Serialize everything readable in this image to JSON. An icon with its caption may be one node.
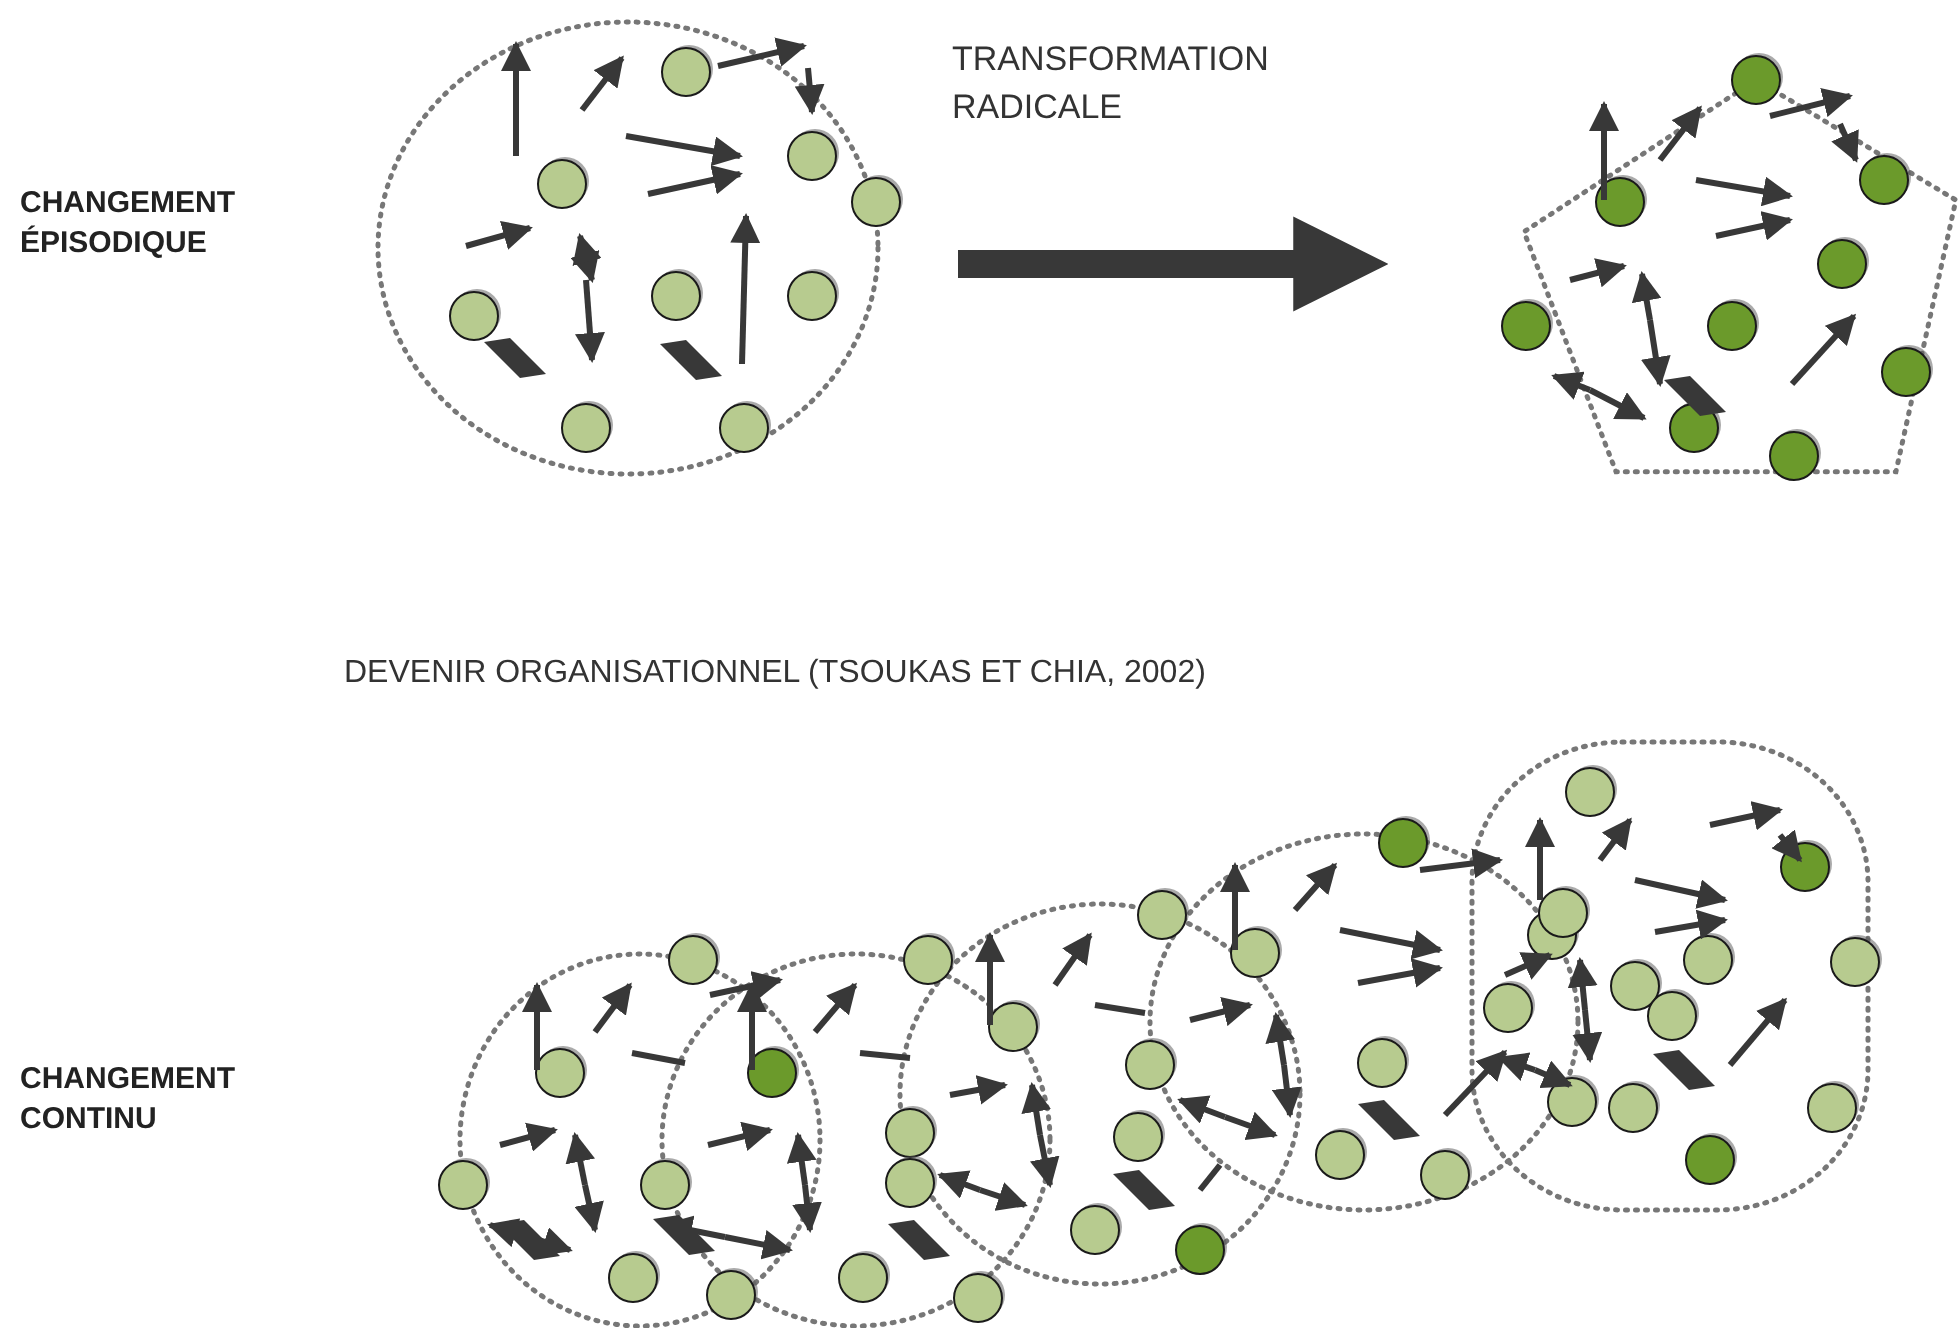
{
  "diagram": {
    "nodes": [
      {
        "text": [],
        "shape": "circle"
      },
      {
        "text": [],
        "shape": "pentagon"
      }
    ],
    "edges": [
      {
        "from": 0,
        "to": 1,
        "arrow": "to",
        "label": "TRANSFORMATION RADICALE"
      }
    ],
    "labels": [
      "CHANGEMENT ÉPISODIQUE",
      "DEVENIR ORGANISATIONNEL (TSOUKAS ET CHIA, 2002)",
      "CHANGEMENT CONTINU"
    ]
  }
}
